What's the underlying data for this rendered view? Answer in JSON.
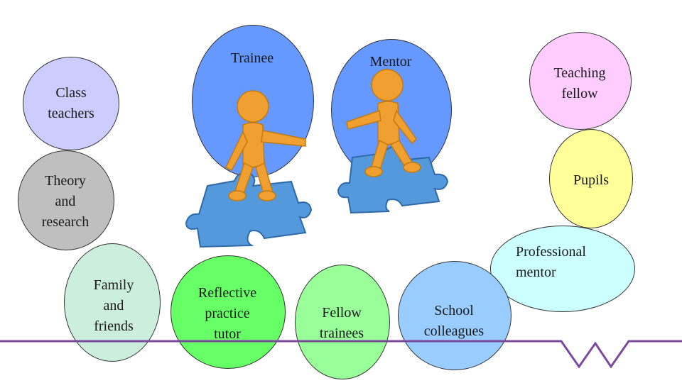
{
  "slide": {
    "bubbles": [
      {
        "id": "trainee",
        "label": "Trainee",
        "color": "#6699ff"
      },
      {
        "id": "mentor",
        "label": "Mentor",
        "color": "#6699ff"
      },
      {
        "id": "teaching-fellow",
        "label": "Teaching fellow",
        "color": "#ffccff"
      },
      {
        "id": "class-teachers",
        "label": "Class teachers",
        "color": "#ccccff"
      },
      {
        "id": "theory-research",
        "label": "Theory and research",
        "color": "#bfbfbf"
      },
      {
        "id": "pupils",
        "label": "Pupils",
        "color": "#ffff99"
      },
      {
        "id": "professional-mentor",
        "label": "Professional mentor",
        "color": "#ccffff"
      },
      {
        "id": "family-friends",
        "label": "Family and friends",
        "color": "#cceedd"
      },
      {
        "id": "reflective-tutor",
        "label": "Reflective practice tutor",
        "color": "#66ff66"
      },
      {
        "id": "fellow-trainees",
        "label": "Fellow trainees",
        "color": "#99ff99"
      },
      {
        "id": "school-colleagues",
        "label": "School colleagues",
        "color": "#99ccff"
      }
    ],
    "labels": {
      "trainee": "Trainee",
      "mentor": "Mentor",
      "teaching_fellow_1": "Teaching",
      "teaching_fellow_2": "fellow",
      "class_teachers_1": "Class",
      "class_teachers_2": "teachers",
      "theory_1": "Theory",
      "theory_2": "and",
      "theory_3": "research",
      "pupils": "Pupils",
      "prof_mentor_1": "Professional",
      "prof_mentor_2": "mentor",
      "family_1": "Family",
      "family_2": "and",
      "family_3": "friends",
      "reflective_1": "Reflective",
      "reflective_2": "practice",
      "reflective_3": "tutor",
      "fellow_1": "Fellow",
      "fellow_2": "trainees",
      "school_1": "School",
      "school_2": "colleagues"
    },
    "accent_line_color": "#7b4a9e",
    "figure_color": "#f0a030",
    "puzzle_color": "#5599dd"
  }
}
